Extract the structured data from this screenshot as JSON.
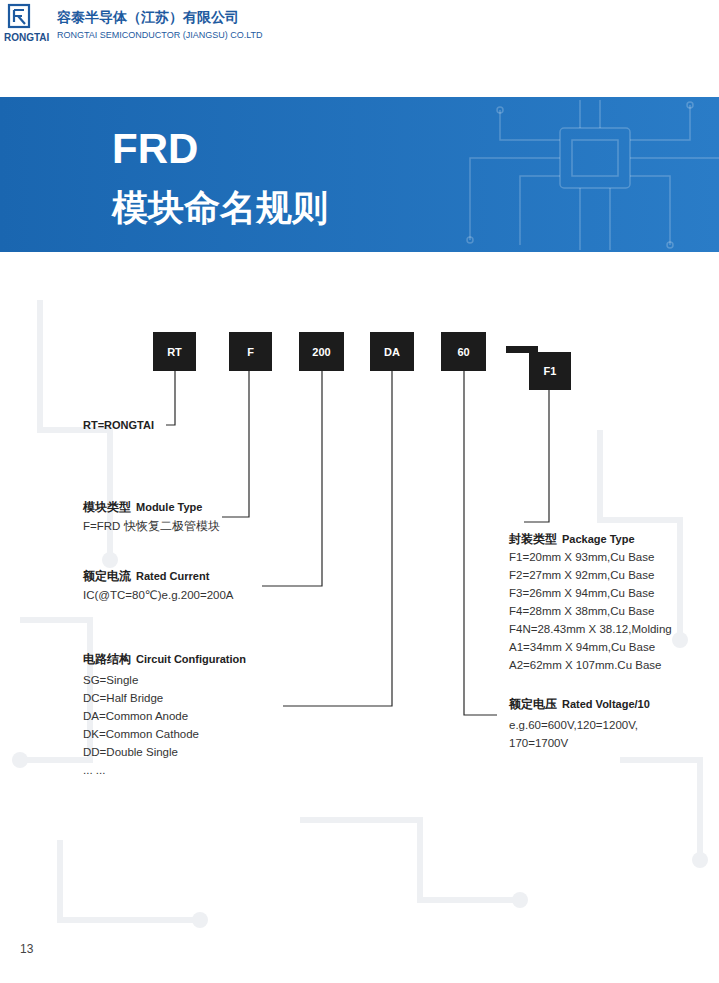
{
  "diagram": {
    "title": "FRD",
    "nodes": [
      {
        "text": [
          "RT"
        ]
      },
      {
        "text": [
          "F"
        ]
      },
      {
        "text": [
          "200"
        ]
      },
      {
        "text": [
          "DA"
        ]
      },
      {
        "text": [
          "60"
        ]
      },
      {
        "text": [
          "F1"
        ]
      }
    ],
    "edges": [],
    "labels": [
      "容泰半导体（江苏）有限公司",
      "RONGTAI",
      "RONGTAI SEMICONDUCTOR (JIANGSU) CO.LTD",
      "模块命名规则",
      "RT=RONGTAI",
      "模块类型",
      "Module Type",
      "F=FRD 快恢复二极管模块",
      "额定电流",
      "Rated Current",
      "IC(@TC=80℃)e.g.200=200A",
      "电路结构",
      "Circuit Configuration",
      "SG=Single",
      "DC=Half Bridge",
      "DA=Common Anode",
      "DK=Common Cathode",
      "DD=Double Single",
      "... ...",
      "封装类型",
      "Package Type",
      "F1=20mm X 93mm,Cu Base",
      "F2=27mm X 92mm,Cu Base",
      "F3=26mm X 94mm,Cu Base",
      "F4=28mm X 38mm,Cu Base",
      "F4N=28.43mm X 38.12,Molding",
      "A1=34mm X 94mm,Cu Base",
      "A2=62mm X 107mm.Cu Base",
      "额定电压",
      "Rated Voltage/10",
      "e.g.60=600V,120=1200V, 170=1700V",
      "13"
    ]
  }
}
